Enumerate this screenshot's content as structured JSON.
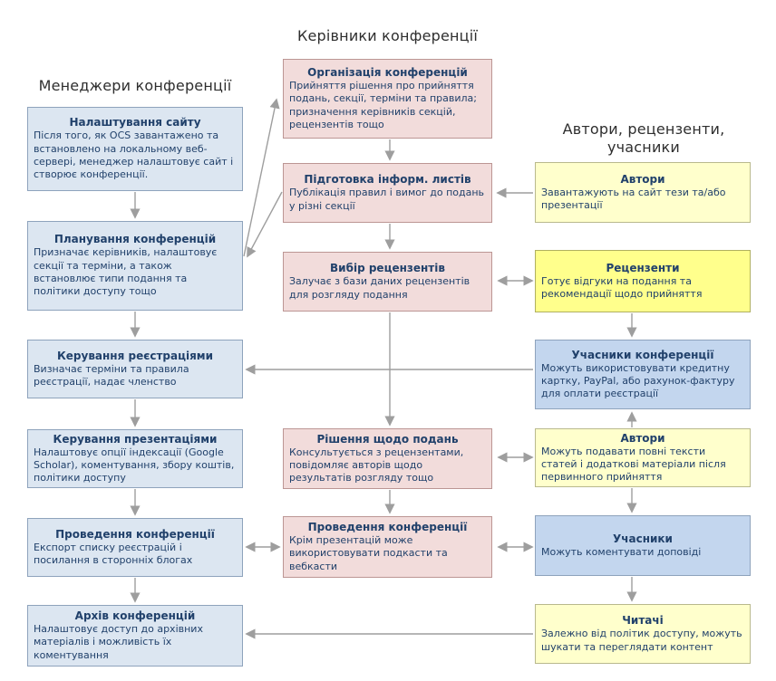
{
  "headers": {
    "managers": "Менеджери  конференції",
    "directors": "Керівники конференції",
    "authors": "Автори,  рецензенти, учасники"
  },
  "colors": {
    "manager_box": "#dce6f1",
    "participant_box": "#c3d6ee",
    "director_box": "#f2dcdb",
    "author_box": "#ffffcc",
    "reviewer_box": "#ffff8c",
    "arrow": "#9e9e9e",
    "text": "#21416b"
  },
  "boxes": {
    "left": [
      {
        "title": "Налаштування сайту",
        "body": "Після того, як OCS завантажено та встановлено на локальному веб-сервері, менеджер налаштовує сайт і створює конференції."
      },
      {
        "title": "Планування конференцій",
        "body": "Призначає керівників, налаштовує секції та терміни,  а також встановлює типи  подання та політики  доступу тощо"
      },
      {
        "title": "Керування реєстраціями",
        "body": "Визначає терміни та правила реєстрації, надає членство"
      },
      {
        "title": "Керування презентаціями",
        "body": "Налаштовує опції індексації (Google Scholar), коментування, збору коштів, політики  доступу"
      },
      {
        "title": "Проведення конференції",
        "body": "Експорт списку реєстрацій і посилання в сторонніх блогах"
      },
      {
        "title": "Архів конференцій",
        "body": "Налаштовує доступ до архівних матеріалів і можливість їх коментування"
      }
    ],
    "middle": [
      {
        "title": "Організація конференцій",
        "body": "Прийняття рішення про прийняття подань, секції, терміни та правила; призначення керівників секцій, рецензентів тощо"
      },
      {
        "title": "Підготовка інформ. листів",
        "body": "Публікація правил і вимог до подань у різні  секції"
      },
      {
        "title": "Вибір рецензентів",
        "body": "Залучає з бази даних рецензентів для розгляду подання"
      },
      {
        "title": "Рішення щодо подань",
        "body": "Консультується з рецензентами, повідомляє авторів  щодо результатів розгляду тощо"
      },
      {
        "title": "Проведення конференції",
        "body": "Крім презентацій може використовувати подкасти та вебкасти"
      }
    ],
    "right": [
      {
        "title": "Автори",
        "body": "Завантажують на сайт тези та/або презентації"
      },
      {
        "title": "Рецензенти",
        "body": "Готує відгуки на подання та рекомендації щодо прийняття"
      },
      {
        "title": "Учасники конференції",
        "body": "Можуть використовувати кредитну картку, PayPal, або рахунок-фактуру для оплати реєстрації"
      },
      {
        "title": "Автори",
        "body": "Можуть подавати повні тексти статей і додаткові матеріали після первинного прийняття"
      },
      {
        "title": "Учасники",
        "body": "Можуть коментувати доповіді"
      },
      {
        "title": "Читачі",
        "body": "Залежно від політик  доступу, можуть шукати та переглядати контент"
      }
    ]
  },
  "connections": [
    {
      "from": "site-setup",
      "to": "conference-planning",
      "arrows": "end"
    },
    {
      "from": "conference-planning",
      "to": "registration-management",
      "arrows": "end"
    },
    {
      "from": "registration-management",
      "to": "presentation-management",
      "arrows": "end"
    },
    {
      "from": "presentation-management",
      "to": "conference-hosting",
      "arrows": "end"
    },
    {
      "from": "conference-hosting",
      "to": "conference-archive",
      "arrows": "end"
    },
    {
      "from": "conference-organization",
      "to": "info-letters-preparation",
      "arrows": "end"
    },
    {
      "from": "info-letters-preparation",
      "to": "reviewer-selection",
      "arrows": "end"
    },
    {
      "from": "reviewer-selection",
      "to": "submission-decisions",
      "arrows": "end"
    },
    {
      "from": "submission-decisions",
      "to": "conference-hosting-directors",
      "arrows": "end"
    },
    {
      "from": "conference-planning",
      "to": "conference-organization",
      "arrows": "end"
    },
    {
      "from": "info-letters-preparation",
      "to": "conference-planning",
      "arrows": "end"
    },
    {
      "from": "authors-upload",
      "to": "info-letters-preparation",
      "arrows": "end"
    },
    {
      "from": "reviewer-selection",
      "to": "reviewers",
      "arrows": "both"
    },
    {
      "from": "reviewers",
      "to": "conference-participants",
      "arrows": "end"
    },
    {
      "from": "conference-participants",
      "to": "registration-management",
      "arrows": "end"
    },
    {
      "from": "authors-full-texts",
      "to": "conference-participants",
      "arrows": "end"
    },
    {
      "from": "submission-decisions",
      "to": "authors-full-texts",
      "arrows": "both"
    },
    {
      "from": "authors-full-texts",
      "to": "participants",
      "arrows": "end"
    },
    {
      "from": "conference-hosting",
      "to": "conference-hosting-directors",
      "arrows": "both"
    },
    {
      "from": "conference-hosting-directors",
      "to": "participants",
      "arrows": "both"
    },
    {
      "from": "participants",
      "to": "readers",
      "arrows": "end"
    },
    {
      "from": "readers",
      "to": "conference-archive",
      "arrows": "end"
    }
  ]
}
